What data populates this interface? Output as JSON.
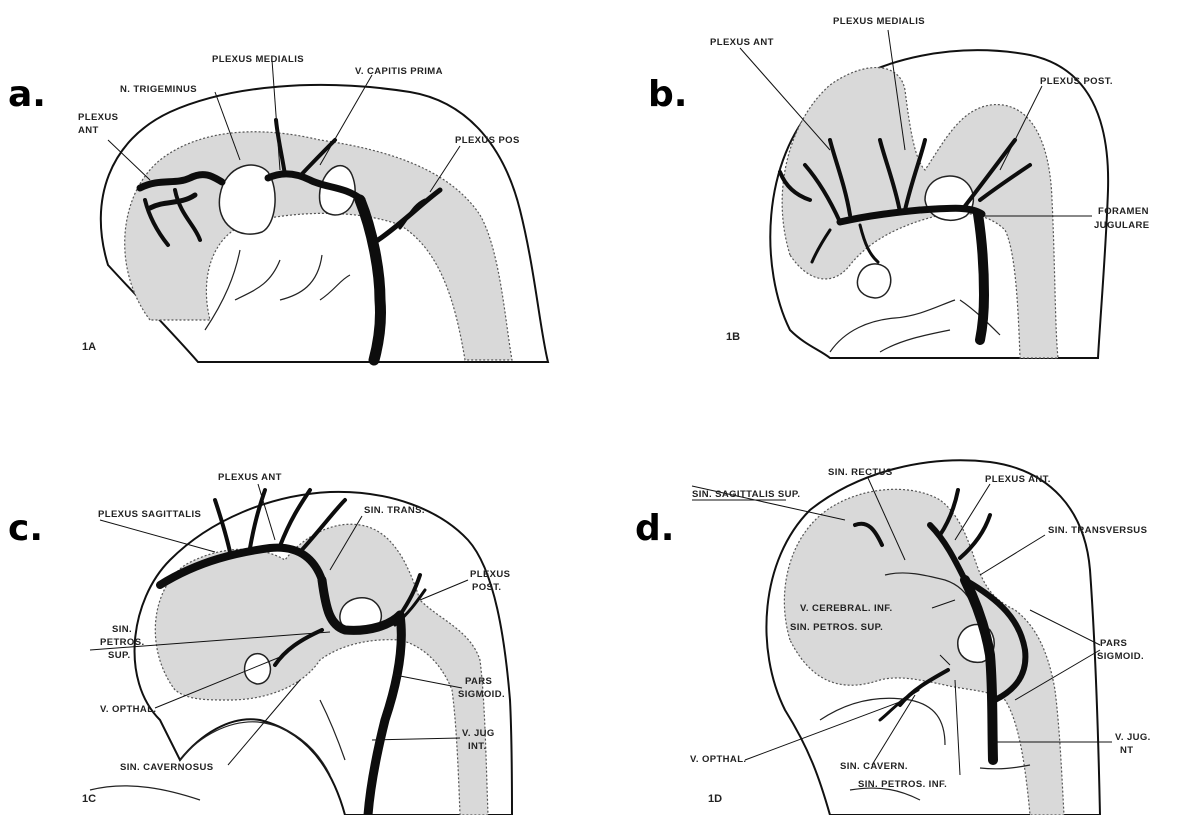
{
  "panels": [
    {
      "letter": "a.",
      "tag": "1A",
      "labels": {
        "trigeminus": "N. TRIGEMINUS",
        "medialis": "PLEXUS MEDIALIS",
        "capitis": "V. CAPITIS PRIMA",
        "ant1": "PLEXUS",
        "ant2": "ANT",
        "pos": "PLEXUS POS"
      }
    },
    {
      "letter": "b.",
      "tag": "1B",
      "labels": {
        "medialis": "PLEXUS MEDIALIS",
        "ant": "PLEXUS ANT",
        "post": "PLEXUS POST.",
        "foramen1": "FORAMEN",
        "foramen2": "JUGULARE"
      }
    },
    {
      "letter": "c.",
      "tag": "1C",
      "labels": {
        "ant": "PLEXUS ANT",
        "sagittalis": "PLEXUS SAGITTALIS",
        "trans": "SIN. TRANS.",
        "post1": "PLEXUS",
        "post2": "POST.",
        "petros1": "SIN.",
        "petros2": "PETROS.",
        "petros3": "SUP.",
        "pars1": "PARS",
        "pars2": "SIGMOID.",
        "opthal": "V. OPTHAL.",
        "jug1": "V. JUG",
        "jug2": "INT.",
        "cavernosus": "SIN. CAVERNOSUS"
      }
    },
    {
      "letter": "d.",
      "tag": "1D",
      "labels": {
        "rectus": "SIN. RECTUS",
        "sagittalis": "SIN. SAGITTALIS SUP.",
        "ant": "PLEXUS ANT.",
        "transversus": "SIN. TRANSVERSUS",
        "cerebral": "V. CEREBRAL. INF.",
        "petrossup": "SIN. PETROS. SUP.",
        "pars1": "PARS",
        "pars2": "SIGMOID.",
        "opthal": "V. OPTHAL.",
        "cavern": "SIN. CAVERN.",
        "petrosinf": "SIN. PETROS. INF.",
        "jug1": "V. JUG.",
        "jug2": "NT"
      }
    }
  ]
}
